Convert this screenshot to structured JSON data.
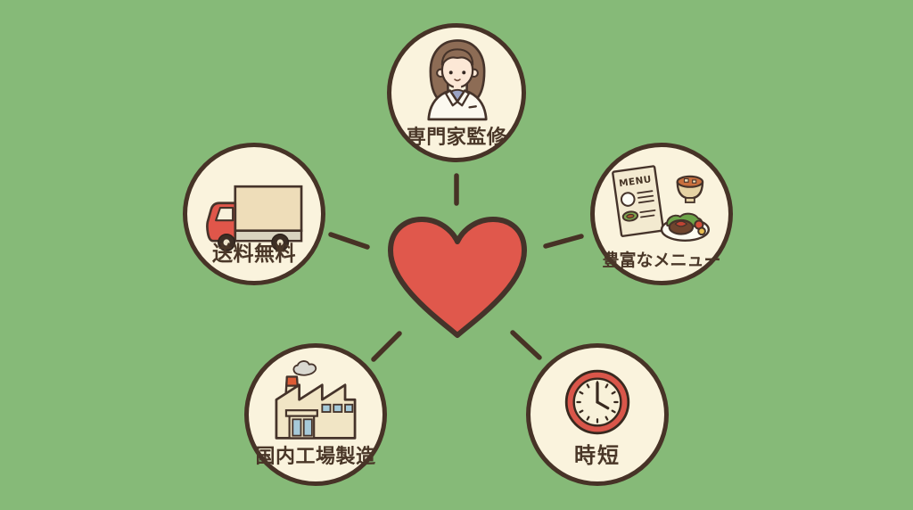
{
  "diagram": {
    "center": {
      "symbol": "heart"
    },
    "nodes": [
      {
        "id": "expert",
        "label": "専門家監修",
        "icon": "expert-woman-icon"
      },
      {
        "id": "shipping",
        "label": "送料無料",
        "icon": "delivery-truck-icon"
      },
      {
        "id": "menu",
        "label": "豊富なメニュー",
        "icon": "menu-food-icon"
      },
      {
        "id": "factory",
        "label": "国内工場製造",
        "icon": "factory-icon"
      },
      {
        "id": "time",
        "label": "時短",
        "icon": "clock-icon"
      }
    ],
    "menu_card_text": "MENU"
  },
  "colors": {
    "background": "#86ba78",
    "circle_fill": "#faf3dd",
    "outline_brown": "#473327",
    "heart_red": "#e0584c",
    "accent_red": "#d9564a",
    "label_text": "#4a3728"
  }
}
